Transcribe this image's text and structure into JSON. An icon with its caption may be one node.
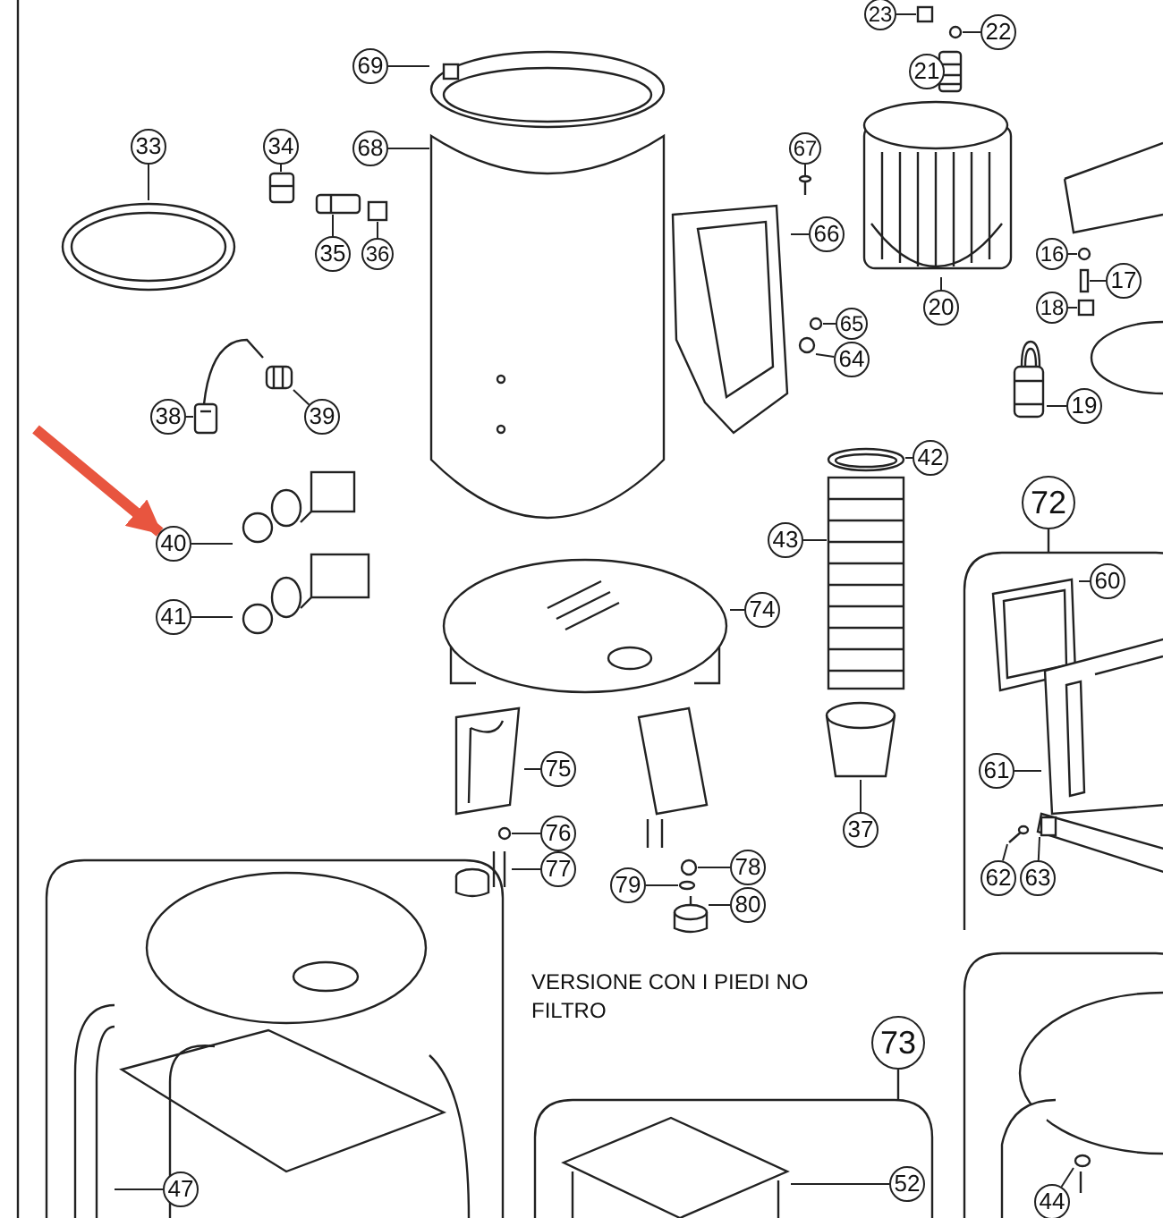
{
  "diagram": {
    "nodes": [
      {
        "text": [
          "69"
        ]
      },
      {
        "text": [
          "23"
        ]
      },
      {
        "text": [
          "22"
        ]
      },
      {
        "text": [
          "21"
        ]
      },
      {
        "text": [
          "33"
        ]
      },
      {
        "text": [
          "34"
        ]
      },
      {
        "text": [
          "68"
        ]
      },
      {
        "text": [
          "67"
        ]
      },
      {
        "text": [
          "66"
        ]
      },
      {
        "text": [
          "20"
        ]
      },
      {
        "text": [
          "16"
        ]
      },
      {
        "text": [
          "17"
        ]
      },
      {
        "text": [
          "35"
        ]
      },
      {
        "text": [
          "36"
        ]
      },
      {
        "text": [
          "18"
        ]
      },
      {
        "text": [
          "65"
        ]
      },
      {
        "text": [
          "64"
        ]
      },
      {
        "text": [
          "19"
        ]
      },
      {
        "text": [
          "38"
        ]
      },
      {
        "text": [
          "39"
        ]
      },
      {
        "text": [
          "42"
        ]
      },
      {
        "text": [
          "40"
        ]
      },
      {
        "text": [
          "41"
        ]
      },
      {
        "text": [
          "43"
        ]
      },
      {
        "text": [
          "74"
        ]
      },
      {
        "text": [
          "72"
        ]
      },
      {
        "text": [
          "60"
        ],
        "in": 25
      },
      {
        "text": [
          "61"
        ],
        "in": 25
      },
      {
        "text": [
          "75"
        ]
      },
      {
        "text": [
          "76"
        ]
      },
      {
        "text": [
          "77"
        ]
      },
      {
        "text": [
          "37"
        ]
      },
      {
        "text": [
          "78"
        ]
      },
      {
        "text": [
          "79"
        ]
      },
      {
        "text": [
          "80"
        ]
      },
      {
        "text": [
          "62"
        ],
        "in": 25
      },
      {
        "text": [
          "63"
        ],
        "in": 25
      },
      {
        "text": [],
        "shape": "box"
      },
      {
        "text": [
          "47"
        ],
        "in": 37
      },
      {
        "text": [
          "73"
        ]
      },
      {
        "text": [
          "52"
        ],
        "in": 39
      },
      {
        "text": [],
        "shape": "box"
      },
      {
        "text": [
          "44"
        ],
        "in": 41
      },
      {
        "text": [],
        "shape": "picture"
      },
      {
        "text": [],
        "shape": "box"
      },
      {
        "text": [],
        "shape": "circle"
      },
      {
        "text": [],
        "shape": "picture"
      },
      {
        "text": [],
        "shape": "picture"
      },
      {
        "text": [],
        "shape": "picture"
      },
      {
        "text": [],
        "shape": "picture"
      },
      {
        "text": [],
        "shape": "picture"
      },
      {
        "text": [],
        "shape": "picture"
      },
      {
        "text": [],
        "shape": "picture"
      },
      {
        "text": [],
        "shape": "circle"
      },
      {
        "text": [],
        "shape": "box"
      },
      {
        "text": [],
        "shape": "picture"
      },
      {
        "text": [],
        "shape": "box"
      },
      {
        "text": [],
        "shape": "box"
      },
      {
        "text": [],
        "shape": "circle"
      },
      {
        "text": [],
        "shape": "circle"
      },
      {
        "text": [],
        "shape": "picture"
      },
      {
        "text": [],
        "shape": "picture"
      },
      {
        "text": [],
        "shape": "picture"
      },
      {
        "text": [],
        "shape": "picture"
      },
      {
        "text": [],
        "shape": "picture"
      },
      {
        "text": [],
        "shape": "picture"
      },
      {
        "text": [],
        "shape": "picture"
      },
      {
        "text": [],
        "shape": "picture"
      },
      {
        "text": [],
        "shape": "picture",
        "in": 25
      },
      {
        "text": [],
        "shape": "picture",
        "in": 25
      },
      {
        "text": [],
        "shape": "picture"
      },
      {
        "text": [],
        "shape": "circle"
      },
      {
        "text": [],
        "shape": "picture"
      },
      {
        "text": [],
        "shape": "picture"
      },
      {
        "text": [],
        "shape": "circle"
      },
      {
        "text": [],
        "shape": "circle"
      },
      {
        "text": [],
        "shape": "picture"
      },
      {
        "text": [],
        "shape": "picture",
        "in": 25
      },
      {
        "text": [],
        "shape": "box",
        "in": 25
      },
      {
        "text": [],
        "shape": "picture",
        "in": 37
      },
      {
        "text": [],
        "shape": "picture",
        "in": 39
      },
      {
        "text": [],
        "shape": "circle",
        "in": 41
      }
    ],
    "edges": [
      {
        "from": 0,
        "to": 43,
        "arrow": "none"
      },
      {
        "from": 1,
        "to": 44,
        "arrow": "none"
      },
      {
        "from": 2,
        "to": 45,
        "arrow": "none"
      },
      {
        "from": 3,
        "to": 46,
        "arrow": "none"
      },
      {
        "from": 4,
        "to": 47,
        "arrow": "none"
      },
      {
        "from": 5,
        "to": 48,
        "arrow": "none"
      },
      {
        "from": 6,
        "to": 49,
        "arrow": "none"
      },
      {
        "from": 7,
        "to": 50,
        "arrow": "none"
      },
      {
        "from": 8,
        "to": 51,
        "arrow": "none"
      },
      {
        "from": 9,
        "to": 52,
        "arrow": "none"
      },
      {
        "from": 10,
        "to": 53,
        "arrow": "none"
      },
      {
        "from": 11,
        "to": 54,
        "arrow": "none"
      },
      {
        "from": 12,
        "to": 55,
        "arrow": "none"
      },
      {
        "from": 13,
        "to": 56,
        "arrow": "none"
      },
      {
        "from": 14,
        "to": 57,
        "arrow": "none"
      },
      {
        "from": 15,
        "to": 58,
        "arrow": "none"
      },
      {
        "from": 16,
        "to": 59,
        "arrow": "none"
      },
      {
        "from": 17,
        "to": 60,
        "arrow": "none"
      },
      {
        "from": 18,
        "to": 61,
        "arrow": "none"
      },
      {
        "from": 19,
        "to": 62,
        "arrow": "none"
      },
      {
        "from": 20,
        "to": 63,
        "arrow": "none"
      },
      {
        "from": 21,
        "to": 64,
        "arrow": "none"
      },
      {
        "from": 22,
        "to": 65,
        "arrow": "none"
      },
      {
        "from": 23,
        "to": 66,
        "arrow": "none"
      },
      {
        "from": 24,
        "to": 67,
        "arrow": "none"
      },
      {
        "from": 26,
        "to": 68,
        "arrow": "none"
      },
      {
        "from": 27,
        "to": 69,
        "arrow": "none"
      },
      {
        "from": 28,
        "to": 70,
        "arrow": "none"
      },
      {
        "from": 29,
        "to": 71,
        "arrow": "none"
      },
      {
        "from": 30,
        "to": 72,
        "arrow": "none"
      },
      {
        "from": 31,
        "to": 73,
        "arrow": "none"
      },
      {
        "from": 32,
        "to": 74,
        "arrow": "none"
      },
      {
        "from": 33,
        "to": 75,
        "arrow": "none"
      },
      {
        "from": 34,
        "to": 76,
        "arrow": "none"
      },
      {
        "from": 35,
        "to": 77,
        "arrow": "none"
      },
      {
        "from": 36,
        "to": 78,
        "arrow": "none"
      },
      {
        "from": 38,
        "to": 79,
        "arrow": "none"
      },
      {
        "from": 40,
        "to": 80,
        "arrow": "none"
      },
      {
        "from": 42,
        "to": 81,
        "arrow": "none"
      },
      {
        "from": null,
        "to": 21,
        "arrow": "to",
        "style": "thick",
        "color": "#e8553f"
      }
    ],
    "labels": [
      "VERSIONE CON I PIEDI NO FILTRO"
    ]
  }
}
